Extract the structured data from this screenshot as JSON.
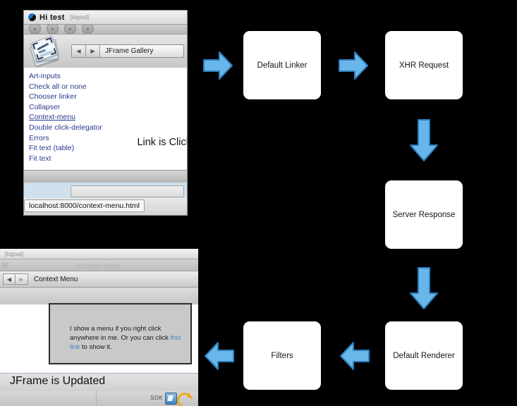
{
  "window1": {
    "app_bar": {
      "greeting": "Hi test",
      "logout": "[logout]",
      "brand_icon": "circle-logo-icon"
    },
    "toolbar": {
      "gallery_icon": "photo-gallery-icon",
      "back_icon": "◀",
      "forward_icon": "▶",
      "breadcrumb": "JFrame Gallery"
    },
    "links": [
      {
        "label": "Art-inputs",
        "hovered": false
      },
      {
        "label": "Check all or none",
        "hovered": false
      },
      {
        "label": "Chooser linker",
        "hovered": false
      },
      {
        "label": "Collapser",
        "hovered": false
      },
      {
        "label": "Context-menu",
        "hovered": true
      },
      {
        "label": "Double click-delegator",
        "hovered": false
      },
      {
        "label": "Errors",
        "hovered": false
      },
      {
        "label": "Fit text (table)",
        "hovered": false
      },
      {
        "label": "Fit text",
        "hovered": false
      }
    ],
    "annotation": "Link is Click",
    "status_url": "localhost:8000/context-menu.html"
  },
  "window2": {
    "app_bar": {
      "logout": "[logout]"
    },
    "ghost_title": "Context Menu",
    "nav": {
      "back_icon": "◀",
      "forward_icon": "▶",
      "breadcrumb": "Context Menu"
    },
    "panel": {
      "text_before": "I show a menu if you right click anywhere in me. Or you can click ",
      "link": "this link",
      "text_after": " to show it."
    },
    "updated_text": "JFrame is Updated",
    "tray": {
      "sdk_label": "SDK",
      "icon1": "sdk-blue-icon",
      "icon2": "sdk-swirl-icon"
    }
  },
  "flowchart": {
    "accent_fill": "#69B6EA",
    "accent_stroke": "#2E7FBE",
    "node_fill": "#FFFFFF",
    "background": "#000000",
    "nodes": [
      {
        "id": "default-linker",
        "label": "Default Linker"
      },
      {
        "id": "xhr-request",
        "label": "XHR Request"
      },
      {
        "id": "server-response",
        "label": "Server Response"
      },
      {
        "id": "default-renderer",
        "label": "Default Renderer"
      },
      {
        "id": "filters",
        "label": "Filters"
      }
    ],
    "arrows": [
      {
        "id": "arrow-linker-to-xhr",
        "direction": "right"
      },
      {
        "id": "arrow-xhr-to-server",
        "direction": "down"
      },
      {
        "id": "arrow-server-to-renderer",
        "direction": "down"
      },
      {
        "id": "arrow-renderer-to-filters",
        "direction": "left"
      },
      {
        "id": "arrow-into-linker",
        "direction": "right"
      },
      {
        "id": "arrow-out-of-filters",
        "direction": "left"
      }
    ]
  }
}
